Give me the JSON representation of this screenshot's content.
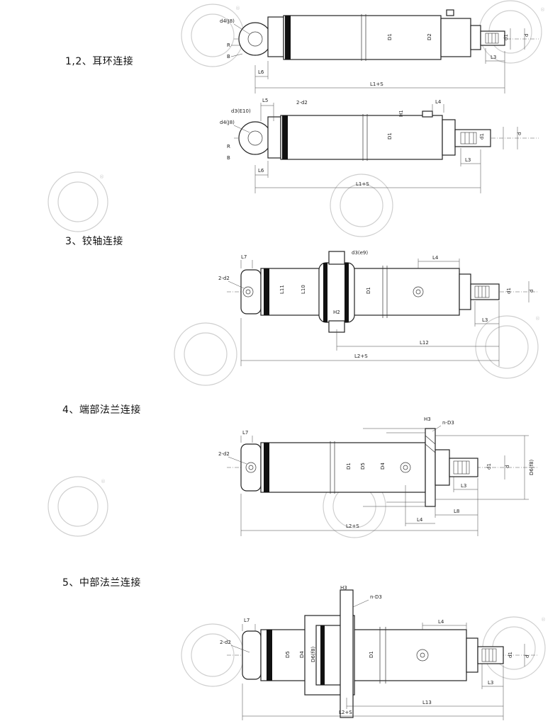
{
  "sections": [
    {
      "id": "s12",
      "title": "1,2、耳环连接"
    },
    {
      "id": "s3",
      "title": "3、铰轴连接"
    },
    {
      "id": "s4",
      "title": "4、端部法兰连接"
    },
    {
      "id": "s5",
      "title": "5、中部法兰连接"
    }
  ],
  "labels": {
    "d4j8": "d4(J8)",
    "d3e10": "d3(E10)",
    "d3e9": "d3(e9)",
    "R": "R",
    "B": "B",
    "L1S": "L1+S",
    "L2S": "L2+S",
    "L3": "L3",
    "L4": "L4",
    "L5": "L5",
    "L6": "L6",
    "L7": "L7",
    "L8": "L8",
    "L10": "L10",
    "L11": "L11",
    "L12": "L12",
    "L13": "L13",
    "D1": "D1",
    "D2": "D2",
    "D4": "D4",
    "D5": "D5",
    "D6": "D6(f8)",
    "d": "d",
    "d1": "d1",
    "d2": "2-d2",
    "H1": "H1",
    "H2": "H2",
    "H3": "H3",
    "nD3": "n-D3"
  },
  "watermark": {
    "symbol": "®",
    "color": "#cfcfcf"
  }
}
